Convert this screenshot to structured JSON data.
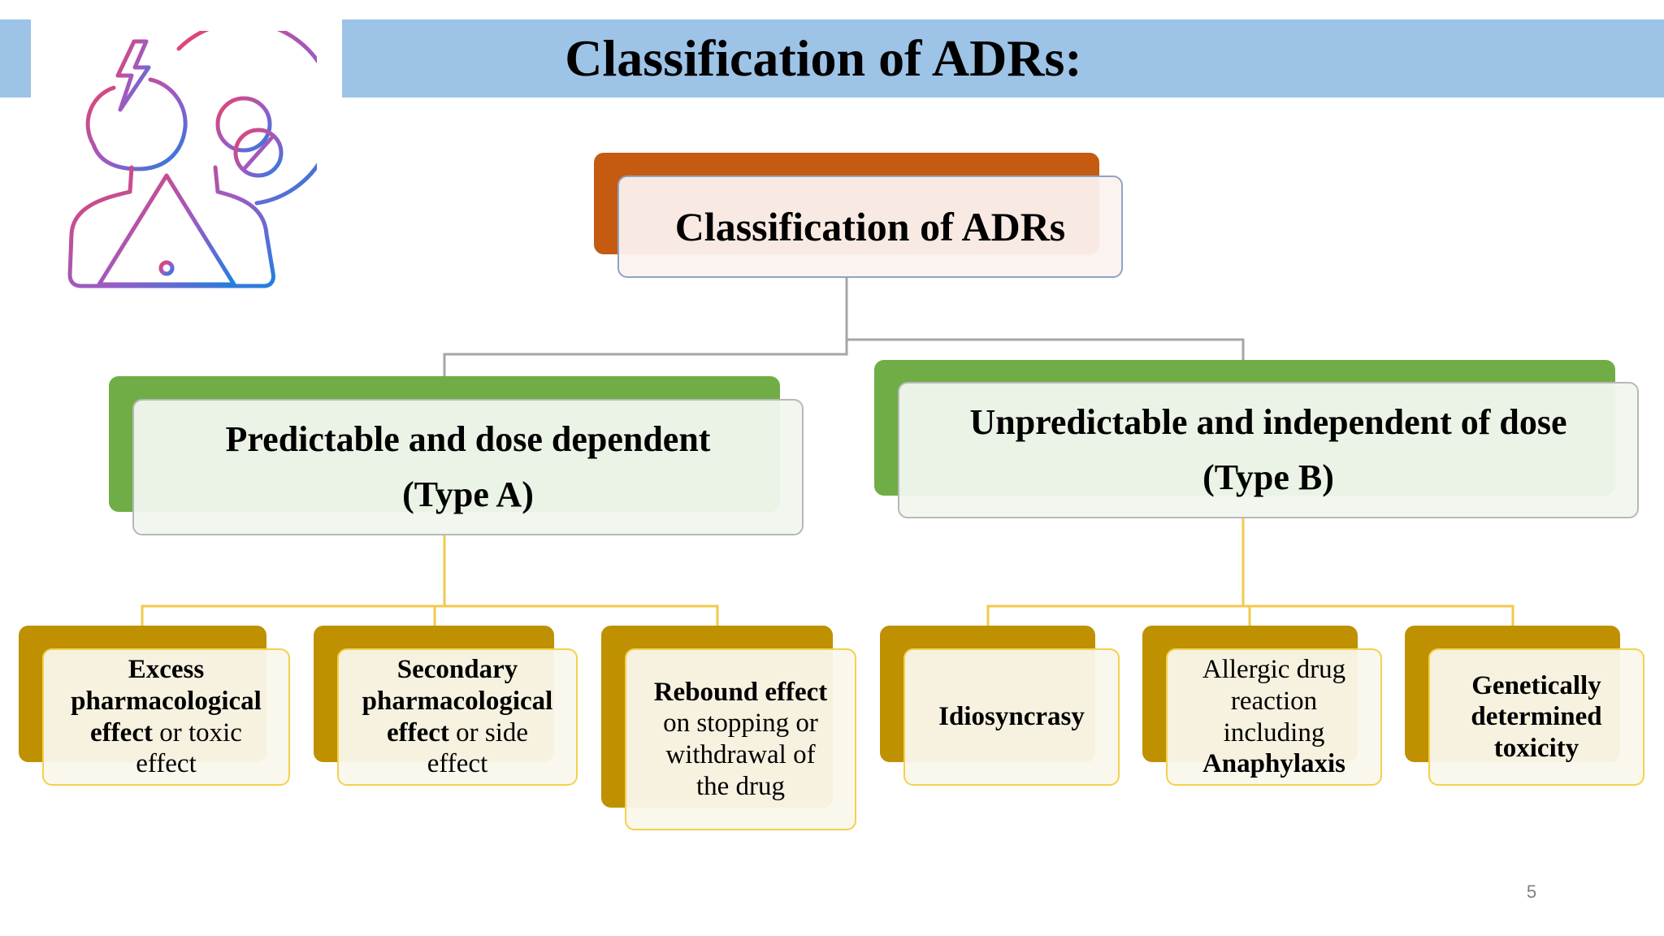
{
  "title": "Classification of ADRs:",
  "root": {
    "label": "Classification of ADRs"
  },
  "type_a": {
    "line1": "Predictable and dose dependent",
    "line2": "(Type A)"
  },
  "type_b": {
    "line1": "Unpredictable and independent of dose",
    "line2": "(Type B)"
  },
  "type_a_children": [
    {
      "bold_top": "Excess",
      "bold_mid": "pharmacological",
      "bold_word": "effect",
      "rest": " or toxic",
      "line_end": "effect"
    },
    {
      "bold_top": "Secondary",
      "bold_mid": "pharmacological",
      "bold_word": "effect",
      "rest": " or side",
      "line_end": "effect"
    },
    {
      "bold_top": "Rebound effect",
      "line2": "on stopping or",
      "line3": "withdrawal of",
      "line4": "the drug"
    }
  ],
  "type_b_children": [
    {
      "label": "Idiosyncrasy"
    },
    {
      "line1": "Allergic drug",
      "line2": "reaction",
      "line3": "including",
      "bold_bottom": "Anaphylaxis"
    },
    {
      "line1": "Genetically",
      "line2": "determined",
      "line3": "toxicity"
    }
  ],
  "page_number": "5",
  "icons": {
    "illustration": "adverse-reaction-person-icon"
  },
  "colors": {
    "header": "#9dc3e6",
    "root_accent": "#c55a11",
    "level2_accent": "#70ad47",
    "level3_accent": "#bf9000",
    "connector_gray": "#a6a6a6",
    "connector_gold": "#f2c94c"
  }
}
